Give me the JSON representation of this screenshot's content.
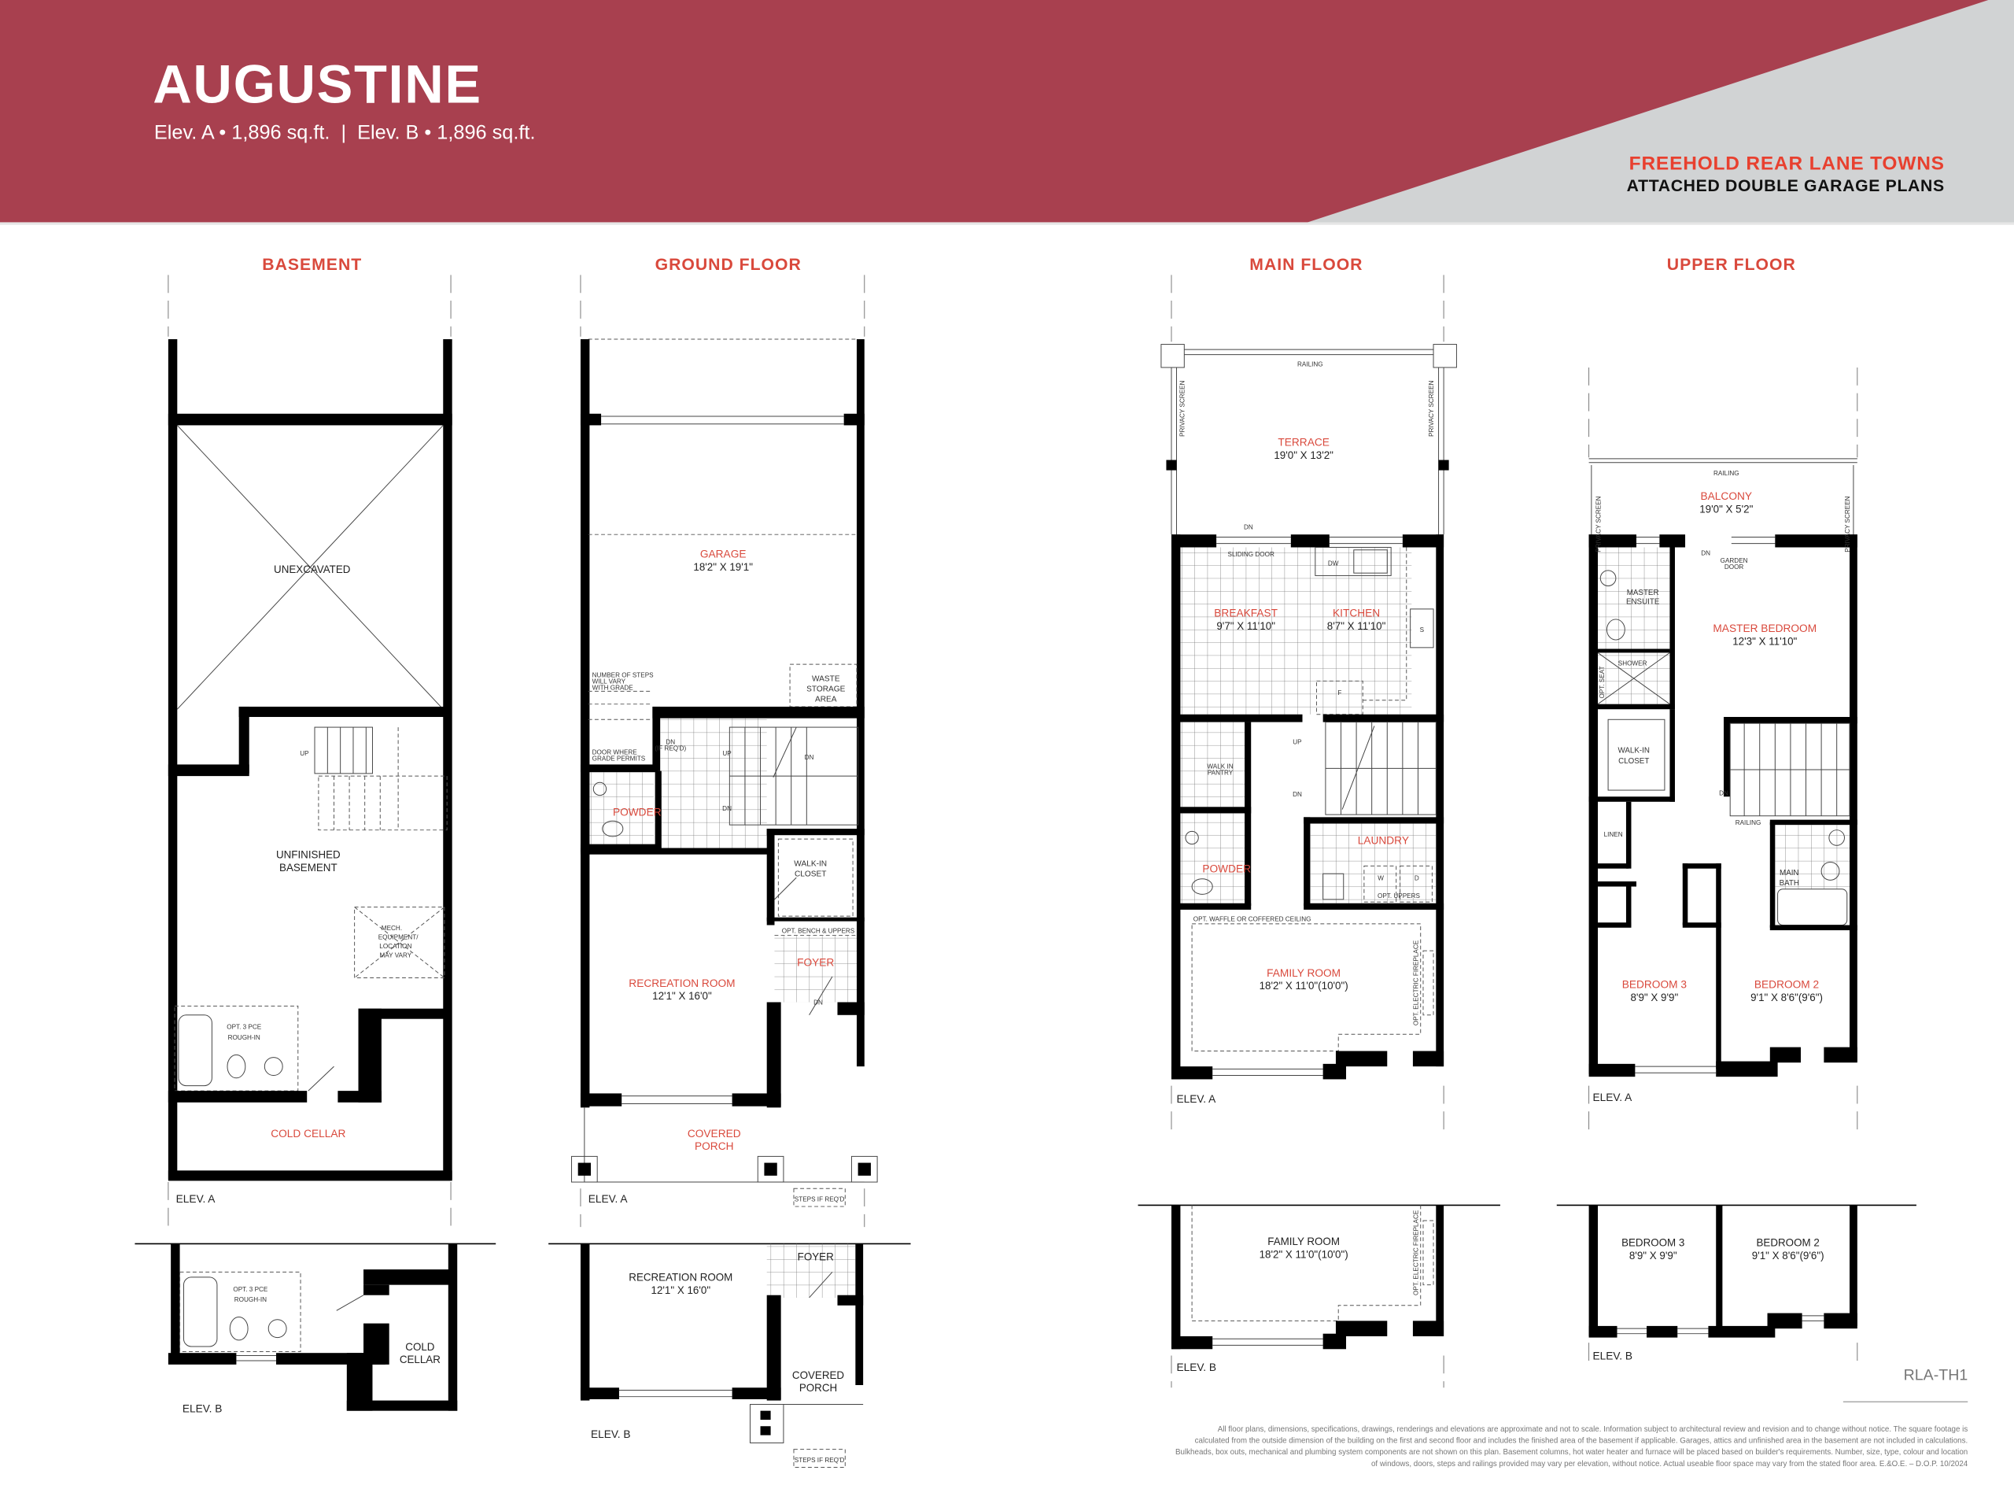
{
  "header": {
    "title": "AUGUSTINE",
    "subtitle": "Elev. A • 1,896 sq.ft.  |  Elev. B • 1,896 sq.ft.",
    "collection": "FREEHOLD REAR LANE TOWNS",
    "plan_type": "ATTACHED DOUBLE GARAGE PLANS",
    "colors": {
      "banner": "#a8404f",
      "accent_grey": "#d1d3d4",
      "accent_red": "#d9493c"
    }
  },
  "basement": {
    "title": "BASEMENT",
    "unexcavated": "UNEXCAVATED",
    "up": "UP",
    "unfinished_1": "UNFINISHED",
    "unfinished_2": "BASEMENT",
    "mech_1": "MECH.",
    "mech_2": "EQUIPMENT/",
    "mech_3": "LOCATION",
    "mech_4": "MAY VARY",
    "rough_1": "OPT. 3 PCE",
    "rough_2": "ROUGH-IN",
    "cold_cellar": "COLD CELLAR",
    "elev_a": "ELEV. A",
    "b_rough_1": "OPT. 3 PCE",
    "b_rough_2": "ROUGH-IN",
    "b_cold_1": "COLD",
    "b_cold_2": "CELLAR",
    "elev_b": "ELEV. B"
  },
  "ground": {
    "title": "GROUND FLOOR",
    "garage": "GARAGE",
    "garage_dims": "18'2\" X 19'1\"",
    "steps_1": "NUMBER OF STEPS",
    "steps_2": "WILL VARY",
    "steps_3": "WITH GRADE",
    "waste_1": "WASTE",
    "waste_2": "STORAGE",
    "waste_3": "AREA",
    "door_1": "DOOR WHERE",
    "door_2": "GRADE PERMITS",
    "dn_ifreq_1": "DN",
    "dn_ifreq_2": "(IF REQ'D)",
    "up": "UP",
    "dn": "DN",
    "dn2": "DN",
    "powder": "POWDER",
    "closet_1": "WALK-IN",
    "closet_2": "CLOSET",
    "bench": "OPT. BENCH & UPPERS",
    "foyer": "FOYER",
    "foyer_dn": "DN",
    "rec": "RECREATION ROOM",
    "rec_dims": "12'1\" X 16'0\"",
    "porch_1": "COVERED",
    "porch_2": "PORCH",
    "elev_a": "ELEV. A",
    "steps_req": "STEPS IF REQ'D",
    "b_foyer": "FOYER",
    "b_rec": "RECREATION ROOM",
    "b_rec_dims": "12'1\" X 16'0\"",
    "b_porch_1": "COVERED",
    "b_porch_2": "PORCH",
    "elev_b": "ELEV. B",
    "b_steps_req": "STEPS IF REQ'D"
  },
  "main": {
    "title": "MAIN FLOOR",
    "railing": "RAILING",
    "privacy_l": "PRIVACY SCREEN",
    "privacy_r": "PRIVACY SCREEN",
    "terrace": "TERRACE",
    "terrace_dims": "19'0\" X 13'2\"",
    "dn_top": "DN",
    "sliding": "SLIDING DOOR",
    "dw": "DW",
    "breakfast": "BREAKFAST",
    "breakfast_dims": "9'7\" X 11'10\"",
    "kitchen": "KITCHEN",
    "kitchen_dims": "8'7\" X 11'10\"",
    "fridge": "F",
    "stove": "S",
    "up": "UP",
    "dn": "DN",
    "pantry_1": "WALK IN",
    "pantry_2": "PANTRY",
    "powder": "POWDER",
    "laundry": "LAUNDRY",
    "washer": "W",
    "dryer": "D",
    "uppers": "OPT. UPPERS",
    "ceiling": "OPT. WAFFLE OR COFFERED CEILING",
    "family": "FAMILY ROOM",
    "family_dims": "18'2\" X 11'0\"(10'0\")",
    "fireplace": "OPT. ELECTRIC FIREPLACE",
    "elev_a": "ELEV. A",
    "b_family": "FAMILY ROOM",
    "b_family_dims": "18'2\" X 11'0\"(10'0\")",
    "b_fireplace": "OPT. ELECTRIC FIREPLACE",
    "elev_b": "ELEV. B"
  },
  "upper": {
    "title": "UPPER FLOOR",
    "railing": "RAILING",
    "privacy_l": "PRIVACY SCREEN",
    "privacy_r": "PRIVACY SCREEN",
    "balcony": "BALCONY",
    "balcony_dims": "19'0\" X 5'2\"",
    "dn_top": "DN",
    "garden_1": "GARDEN",
    "garden_2": "DOOR",
    "ensuite_1": "MASTER",
    "ensuite_2": "ENSUITE",
    "master": "MASTER BEDROOM",
    "master_dims": "12'3\" X 11'10\"",
    "shower": "SHOWER",
    "seat": "OPT. SEAT",
    "closet_1": "WALK-IN",
    "closet_2": "CLOSET",
    "dn": "DN",
    "railing2": "RAILING",
    "linen": "LINEN",
    "bath_1": "MAIN",
    "bath_2": "BATH",
    "bed3": "BEDROOM 3",
    "bed3_dims": "8'9\" X 9'9\"",
    "bed2": "BEDROOM 2",
    "bed2_dims": "9'1\" X 8'6\"(9'6\")",
    "elev_a": "ELEV. A",
    "b_bed3": "BEDROOM 3",
    "b_bed3_dims": "8'9\" X 9'9\"",
    "b_bed2": "BEDROOM 2",
    "b_bed2_dims": "9'1\" X 8'6\"(9'6\")",
    "elev_b": "ELEV. B"
  },
  "footer": {
    "plan_code": "RLA-TH1",
    "disclaimer": [
      "All floor plans, dimensions, specifications, drawings, renderings and elevations are approximate and not to scale. Information subject to architectural review and revision and to change without notice.  The square footage is",
      "calculated from the outside dimension of the building on the first and second floor and includes the finished area of the basement if applicable. Garages, attics and unfinished area in the basement are not included in calculations.",
      "Bulkheads, box outs, mechanical and plumbing system components are not shown on this plan. Basement columns, hot water heater and furnace will be placed based on builder's requirements. Number, size, type, colour and location",
      "of windows, doors, steps and railings provided may vary per elevation, without notice. Actual useable floor space may vary from the stated floor area. E.&O.E. – D.O.P. 10/2024"
    ]
  }
}
